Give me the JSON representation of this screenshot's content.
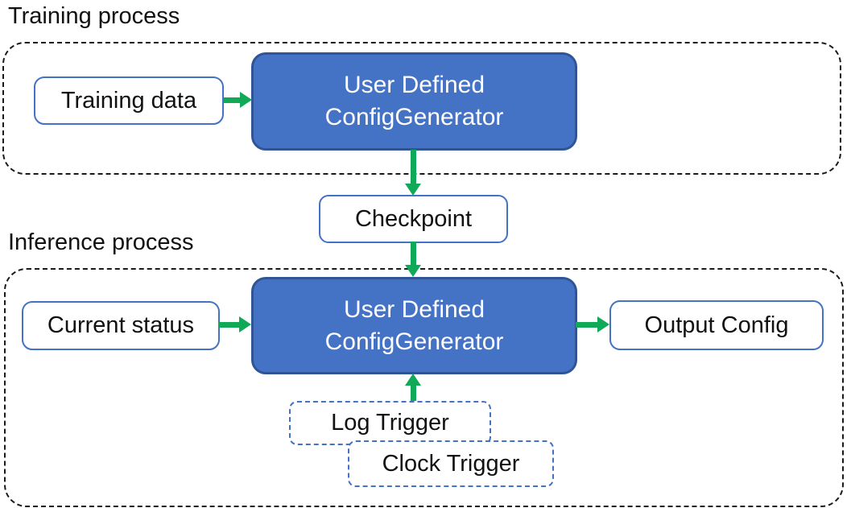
{
  "colors": {
    "background": "#FFFFFF",
    "blue_fill": "#4472C4",
    "blue_border": "#2F5597",
    "light_box_border": "#4472C4",
    "trigger_border": "#4472C4",
    "arrow_green": "#0FA958",
    "container_border": "#1A1A1A",
    "text_dark": "#111111",
    "text_light": "#FFFFFF"
  },
  "sections": {
    "training": {
      "label": "Training process",
      "input_box": "Training data",
      "generator_box": {
        "line1": "User Defined",
        "line2": "ConfigGenerator"
      }
    },
    "checkpoint": {
      "label": "Checkpoint"
    },
    "inference": {
      "label": "Inference process",
      "input_box": "Current status",
      "generator_box": {
        "line1": "User Defined",
        "line2": "ConfigGenerator"
      },
      "output_box": "Output Config",
      "log_trigger_box": "Log Trigger",
      "clock_trigger_box": "Clock Trigger"
    }
  }
}
